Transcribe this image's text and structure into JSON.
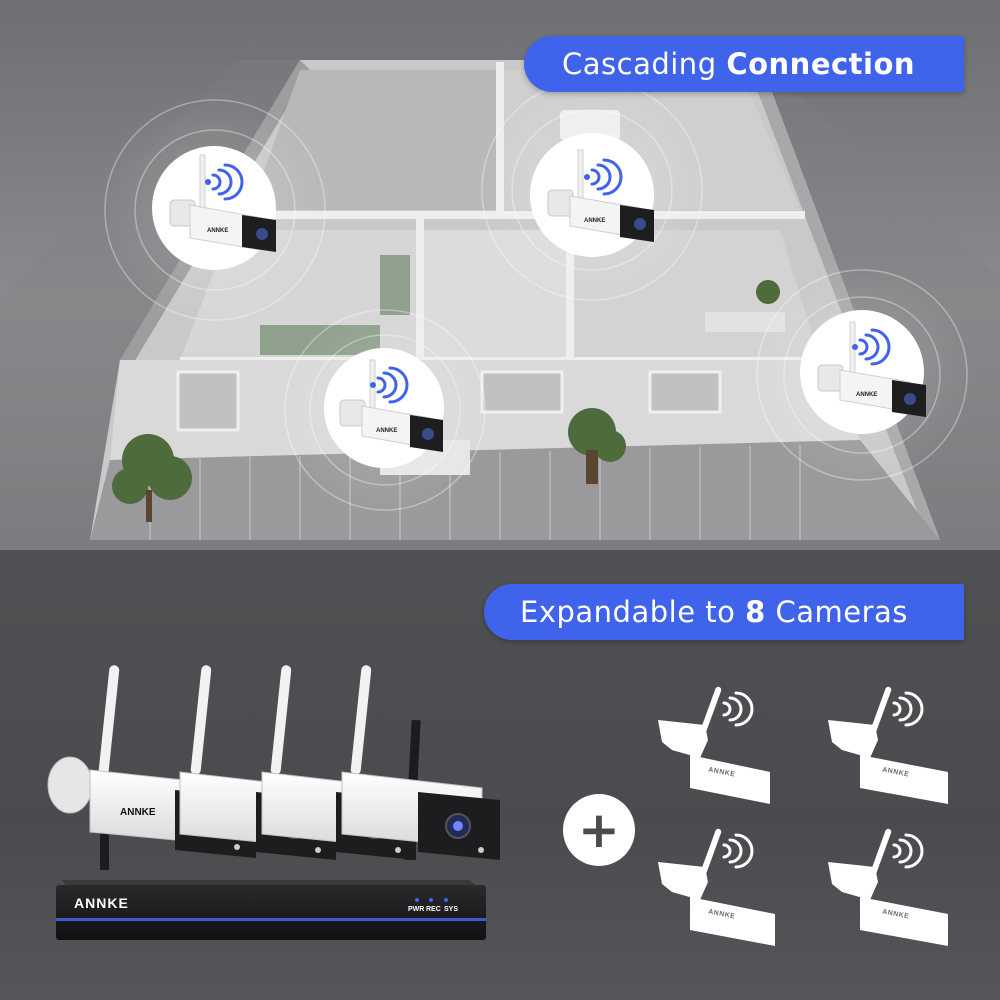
{
  "banners": {
    "cascade": {
      "prefix": "Cascading",
      "emphasis": "Connection"
    },
    "expand": {
      "prefix": "Expandable to",
      "count": "8",
      "suffix": "Cameras"
    }
  },
  "brand": "ANNKE",
  "nvr": {
    "leds": [
      "PWR",
      "REC",
      "SYS"
    ]
  },
  "plus_symbol": "+",
  "icons": {
    "wifi": "wifi-signal-icon",
    "plus": "plus-icon"
  },
  "colors": {
    "accent": "#3f63ea",
    "top_background": "#7a7b7e",
    "bottom_background": "#4f5053",
    "camera_body": "#f4f4f4",
    "camera_face": "#1e1e20"
  }
}
